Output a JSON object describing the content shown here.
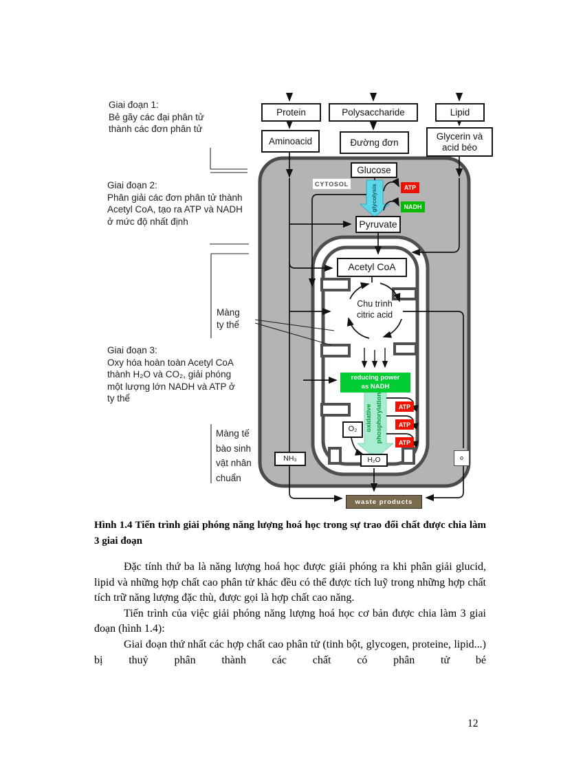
{
  "page": {
    "number": "12"
  },
  "figure": {
    "stage_labels": {
      "stage1": "Giai đoạn 1:\nBẻ gãy các đại phân tử\nthành các đơn phân tử",
      "stage2": "Giai đoạn 2:\nPhân giải các đơn phân tử thành\nAcetyl CoA, tạo ra ATP và NADH\nở mức độ nhất định",
      "stage3": "Giai đoạn 3:\nOxy hóa hoàn toàn Acetyl CoA\nthành H₂O và CO₂, giải phóng\nmột lượng lớn NADH và ATP ở\nty thể",
      "mito_membrane": "Màng\nty thể",
      "cell_membrane": "Màng tế\nbào sinh\nvật nhân\nchuẩn"
    },
    "boxes": {
      "protein": "Protein",
      "polysaccharide": "Polysaccharide",
      "lipid": "Lipid",
      "aminoacid": "Aminoacid",
      "simple_sugar": "Đường đơn",
      "glycerin": "Glycerin và\nacid béo",
      "glucose": "Glucose",
      "cytosol": "CYTOSOL",
      "glycolysis": "glycolysis",
      "atp": "ATP",
      "nadh": "NADH",
      "pyruvate": "Pyruvate",
      "acetyl_coa": "Acetyl CoA",
      "citric_cycle": "Chu trình\ncitric acid",
      "reducing_power": "reducing power\nas NADH",
      "oxidative": "oxidative",
      "phosphorylation": "phosphorylation",
      "o2": "O₂",
      "h2o": "H₂O",
      "nh3": "NH₃",
      "co2_exit": "o",
      "waste": "waste products"
    },
    "colors": {
      "cell_gray": "#b4b4b4",
      "membrane_dark": "#4f4f4f",
      "atp_red": "#ee1100",
      "nadh_green": "#00bb00",
      "reducing_green": "#00cc33",
      "glycolysis_cyan": "#5cd8e8",
      "oxphos_mint": "#a8edd2",
      "waste_olive": "#7a6b4f"
    }
  },
  "caption": "Hình 1.4  Tiến trình giải phóng năng lượng hoá học trong sự trao đổi chất được chia làm 3 giai đoạn",
  "paragraphs": [
    "Đặc tính thứ ba là năng lượng hoá học được giải phóng ra khi phân giải glucid, lipid và những hợp chất cao phân tử khác đều có thể được tích luỹ trong những hợp chất tích trữ năng lượng đặc thù, được gọi là hợp chất cao năng.",
    "Tiến trình của việc giải phóng năng lượng hoá học cơ bản được chia làm 3 giai đoạn (hình 1.4):",
    "Giai đoạn thứ nhất các hợp chất cao phân tử (tinh bột, glycogen, proteine, lipid...) bị thuỷ phân thành các chất có phân tử bé"
  ]
}
